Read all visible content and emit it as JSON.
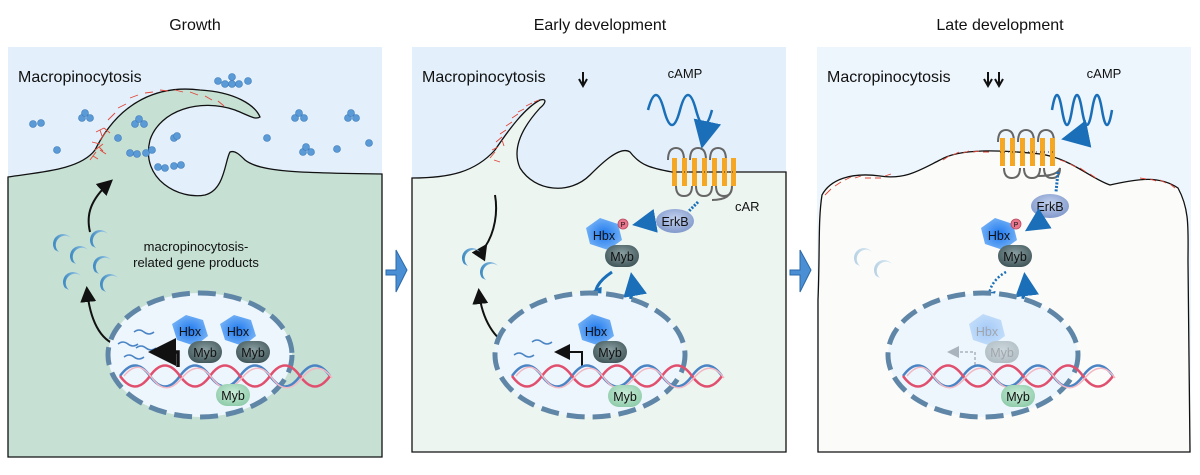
{
  "panels": [
    {
      "title": "Growth",
      "process_label": "Macropinocytosis",
      "arrows_down": 0,
      "product_label_line1": "macropinocytosis-",
      "product_label_line2": "related gene products",
      "nucleus": {
        "hbx": [
          "Hbx",
          "Hbx"
        ],
        "myb_bound": [
          "Myb",
          "Myb"
        ],
        "myb_free": "Myb"
      }
    },
    {
      "title": "Early development",
      "process_label": "Macropinocytosis",
      "arrows_down": 1,
      "signal": "cAMP",
      "receptor": "cAR",
      "kinase": "ErkB",
      "phospho": "P",
      "cytoplasm": {
        "hbx": "Hbx",
        "myb": "Myb"
      },
      "nucleus": {
        "hbx": "Hbx",
        "myb_bound": "Myb",
        "myb_free": "Myb"
      }
    },
    {
      "title": "Late development",
      "process_label": "Macropinocytosis",
      "arrows_down": 2,
      "signal": "cAMP",
      "kinase": "ErkB",
      "phospho": "P",
      "cytoplasm": {
        "hbx": "Hbx",
        "myb": "Myb"
      },
      "nucleus": {
        "hbx": "Hbx",
        "myb_bound": "Myb",
        "myb_free": "Myb"
      }
    }
  ],
  "colors": {
    "extracellular": "#e3f0fb",
    "growth_cytoplasm": "#c6e0d4",
    "early_cytoplasm": "#edf5f1",
    "late_cytoplasm": "#fbfbf9",
    "nucleus": "#eef6fd",
    "nucleus_border": "#5f86a6",
    "signal_blue": "#1a6fb8",
    "hbx_blue": "#2d8ff0",
    "myb_gray": "#4e6468",
    "myb_green": "#9fd6b8",
    "receptor_orange": "#f5a623",
    "erkb": "#8ea6d6",
    "phospho_pink": "#e8768c",
    "actin_red": "#e0473a",
    "transition_arrow": "#4a8fd4"
  }
}
